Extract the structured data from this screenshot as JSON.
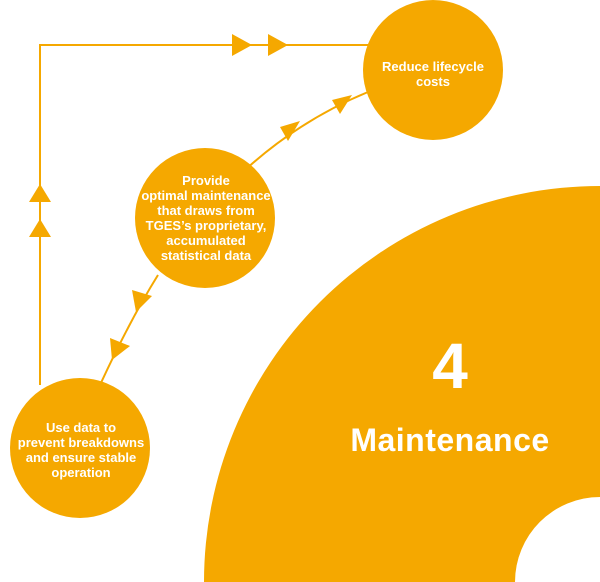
{
  "colors": {
    "accent": "#F5A800",
    "text_on_accent": "#FFFFFF",
    "background": "#FFFFFF"
  },
  "stage": {
    "number": "4",
    "name": "Maintenance"
  },
  "nodes": {
    "reduce_costs": {
      "lines": [
        "Reduce lifecycle",
        "costs"
      ]
    },
    "optimal_maintenance": {
      "lines": [
        "Provide",
        "optimal maintenance",
        "that draws from",
        "TGES’s proprietary,",
        "accumulated",
        "statistical data"
      ]
    },
    "prevent_breakdowns": {
      "lines": [
        "Use data to",
        "prevent breakdowns",
        "and ensure stable",
        "operation"
      ]
    }
  }
}
